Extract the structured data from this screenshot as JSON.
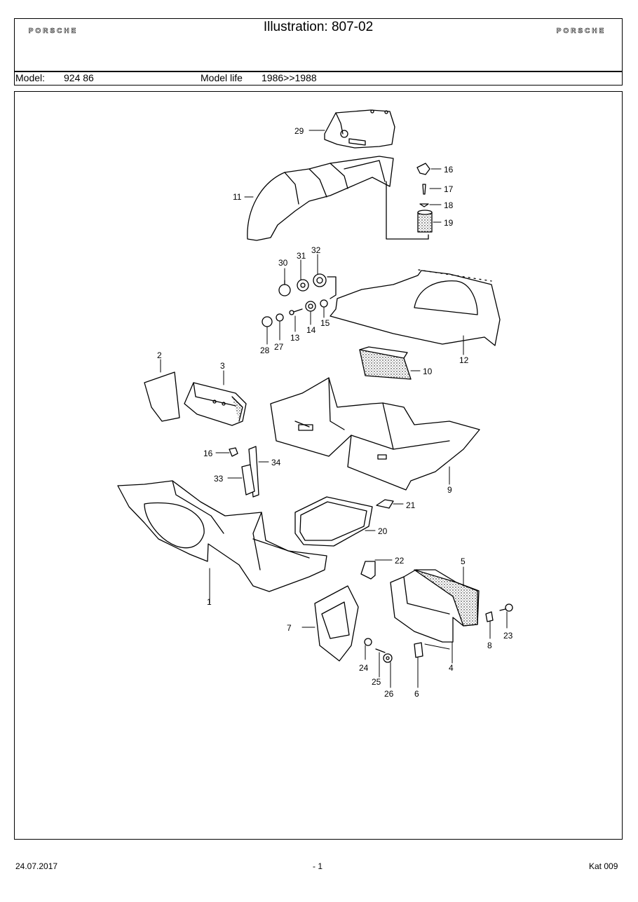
{
  "header": {
    "brand_left": "PORSCHE",
    "brand_right": "PORSCHE",
    "title": "Illustration: 807-02",
    "model_label": "Model:",
    "model_value": "924 86",
    "model_life_label": "Model life",
    "model_life_value": "1986>>1988"
  },
  "diagram": {
    "callouts": [
      "29",
      "16",
      "17",
      "18",
      "19",
      "11",
      "30",
      "31",
      "32",
      "12",
      "13",
      "14",
      "15",
      "27",
      "28",
      "10",
      "2",
      "3",
      "9",
      "16",
      "34",
      "33",
      "21",
      "20",
      "22",
      "5",
      "1",
      "7",
      "8",
      "23",
      "4",
      "24",
      "25",
      "26",
      "6"
    ]
  },
  "footer": {
    "date": "24.07.2017",
    "page": "- 1",
    "catalog": "Kat 009"
  }
}
